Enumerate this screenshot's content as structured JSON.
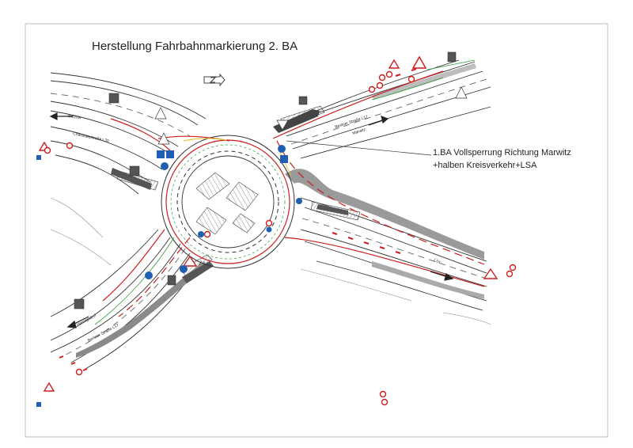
{
  "title": "Herstellung Fahrbahnmarkierung 2. BA",
  "phase_note": {
    "line1": "1.BA Vollsperrung Richtung Marwitz",
    "line2": "+halben Kreisverkehr+LSA"
  },
  "streets": {
    "buetzow": "Bötzow",
    "chaussee": "Chausseestraße L20",
    "berliner_top": "Berliner Straße L17",
    "marwitz": "Marwitz",
    "l_right": "L1u",
    "hennigsdorf": "Hennigsdorf",
    "berliner_bottom": "Berliner Straße L17"
  },
  "colors": {
    "paper": "#ffffff",
    "frame": "#bbbbbb",
    "line": "#333333",
    "marking_red": "#cc1f1f",
    "marking_green": "#2f9d3a",
    "marking_yellow": "#d7c21a",
    "sign_blue": "#1e5fb3",
    "hatch_gray": "#9a9a9a"
  }
}
